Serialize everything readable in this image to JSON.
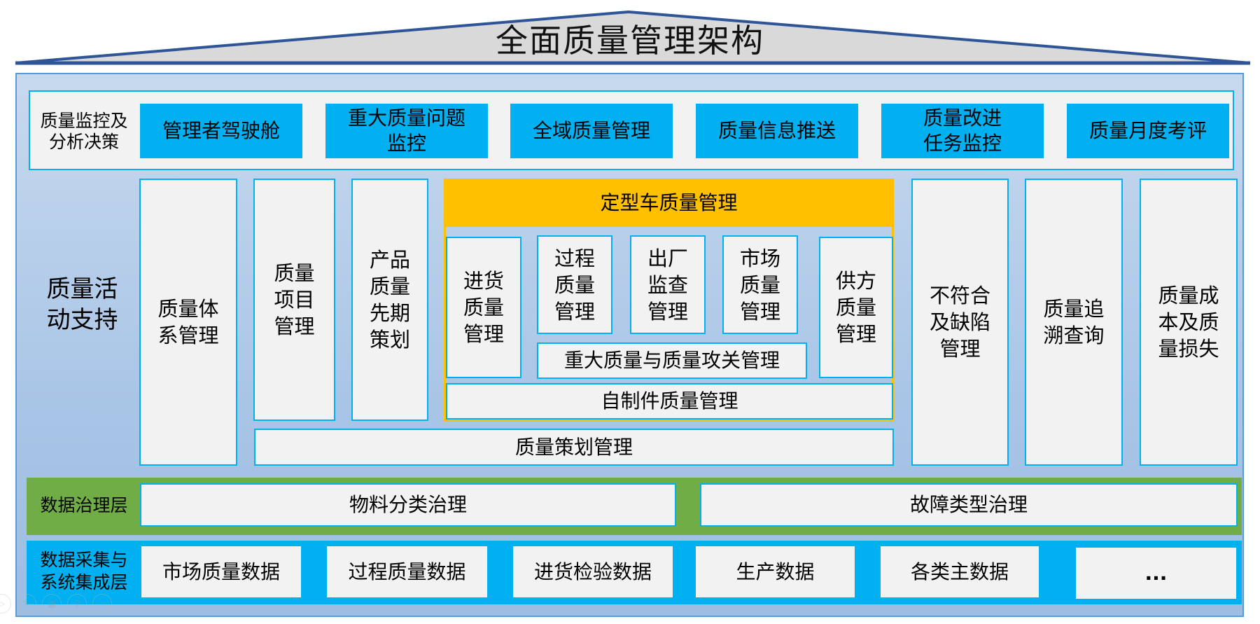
{
  "title": "全面质量管理架构",
  "monitoring": {
    "label": "质量监控及\n分析决策",
    "items": [
      "管理者驾驶舱",
      "重大质量问题\n监控",
      "全域质量管理",
      "质量信息推送",
      "质量改进\n任务监控",
      "质量月度考评"
    ]
  },
  "activity": {
    "label": "质量活\n动支持",
    "left_columns": [
      "质量体\n系管理",
      "质量\n项目\n管理",
      "产品\n质量\n先期\n策划"
    ],
    "typed_vehicle": {
      "header": "定型车质量管理",
      "incoming": "进货\n质量\n管理",
      "process": "过程\n质量\n管理",
      "factory": "出厂\n监查\n管理",
      "market": "市场\n质量\n管理",
      "supplier": "供方\n质量\n管理",
      "major": "重大质量与质量攻关管理",
      "selfmade": "自制件质量管理"
    },
    "planning": "质量策划管理",
    "right_columns": [
      "不符合\n及缺陷\n管理",
      "质量追\n溯查询",
      "质量成\n本及质\n量损失"
    ]
  },
  "governance": {
    "label": "数据治理层",
    "items": [
      "物料分类治理",
      "故障类型治理"
    ]
  },
  "collection": {
    "label": "数据采集与\n系统集成层",
    "items": [
      "市场质量数据",
      "过程质量数据",
      "进货检验数据",
      "生产数据",
      "各类主数据",
      "..."
    ]
  },
  "toolbar": {
    "icons": [
      "play-icon",
      "pen-icon",
      "slides-icon",
      "zoom-icon",
      "more-icon"
    ],
    "glyphs": [
      "▷",
      "✎",
      "▦",
      "⚲",
      "···"
    ]
  },
  "colors": {
    "roof_stroke": "#2f5597",
    "roof_fill": "#d9d9d9",
    "frame_border": "#5b9bd5",
    "box_border": "#00b0f0",
    "highlight": "#ffc000",
    "governance": "#70ad47",
    "collection": "#00b0f0"
  }
}
